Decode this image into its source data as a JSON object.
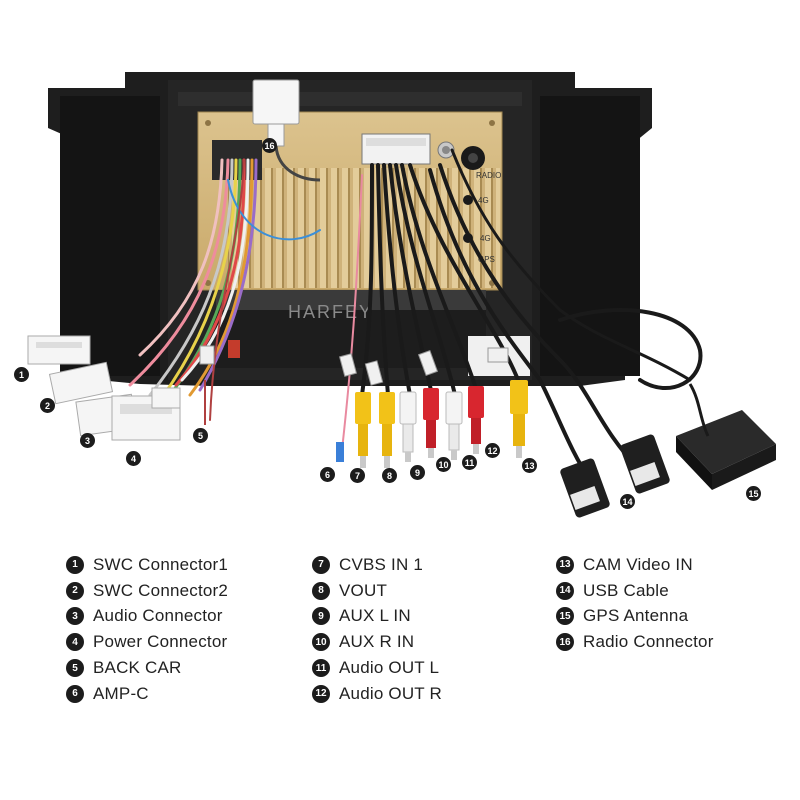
{
  "watermark": "HARFEY",
  "board_labels": {
    "radio": "RADIO",
    "ant_4g": "4G",
    "ant_4g_short": "4G",
    "gps": "GPS"
  },
  "callouts": [
    "1",
    "2",
    "3",
    "4",
    "5",
    "6",
    "7",
    "8",
    "9",
    "10",
    "11",
    "12",
    "13",
    "14",
    "15",
    "16"
  ],
  "legend": {
    "col1": [
      {
        "num": "1",
        "label": "SWC Connector1"
      },
      {
        "num": "2",
        "label": "SWC Connector2"
      },
      {
        "num": "3",
        "label": "Audio Connector"
      },
      {
        "num": "4",
        "label": "Power Connector"
      },
      {
        "num": "5",
        "label": "BACK CAR"
      },
      {
        "num": "6",
        "label": "AMP-C"
      }
    ],
    "col2": [
      {
        "num": "7",
        "label": "CVBS IN 1"
      },
      {
        "num": "8",
        "label": "VOUT"
      },
      {
        "num": "9",
        "label": "AUX L IN"
      },
      {
        "num": "10",
        "label": "AUX R IN"
      },
      {
        "num": "11",
        "label": "Audio OUT L"
      },
      {
        "num": "12",
        "label": "Audio OUT R"
      }
    ],
    "col3": [
      {
        "num": "13",
        "label": "CAM Video IN"
      },
      {
        "num": "14",
        "label": "USB Cable"
      },
      {
        "num": "15",
        "label": "GPS Antenna"
      },
      {
        "num": "16",
        "label": "Radio Connector"
      }
    ]
  },
  "colors": {
    "board": "#d4b87c",
    "frame": "#1e1e1e",
    "rca_yellow": "#f2c218",
    "rca_white": "#f4f4f4",
    "rca_red": "#d8262f"
  }
}
